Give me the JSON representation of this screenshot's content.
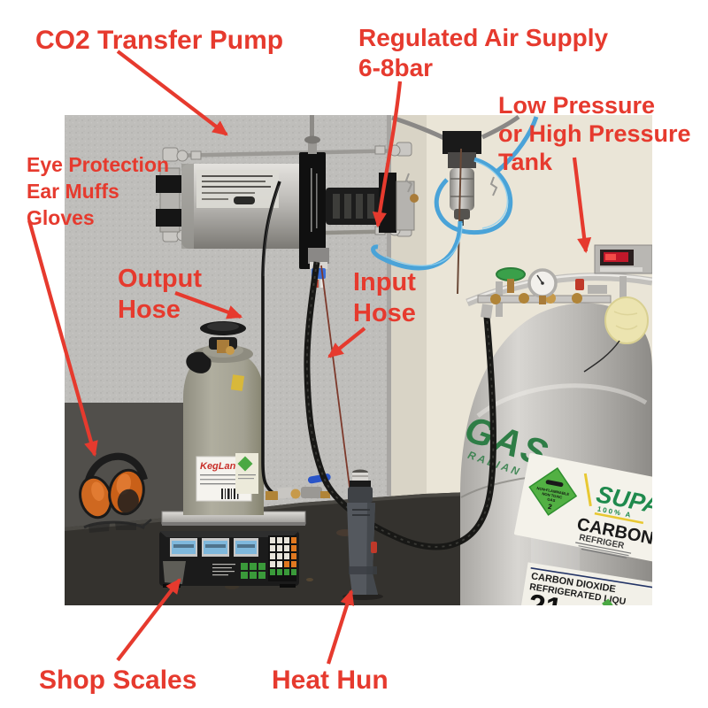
{
  "annotations": {
    "accent_color": "#e63a2e",
    "labels": {
      "pump": "CO2 Transfer Pump",
      "air_supply": "Regulated Air Supply\n6-8bar",
      "tank": "Low Pressure\nor High Pressure\nTank",
      "ppe": "Eye Protection\nEar Muffs\nGloves",
      "output_hose": "Output\nHose",
      "input_hose": "Input\nHose",
      "scales": "Shop Scales",
      "heat_gun": "Heat Hun"
    }
  },
  "photo": {
    "keg": {
      "brand": "KegLand"
    },
    "tank": {
      "side_brand": "GAS",
      "side_brand_sub": "RALIAN",
      "label_upper": {
        "brand": "SUPA",
        "brand_sub": "100% A",
        "title": "CARBON",
        "subtitle": "REFRIGER",
        "diamond": {
          "line1": "NON-FLAMMABLE",
          "line2": "NON TOXIC",
          "line3": "GAS",
          "class_number": "2"
        }
      },
      "label_lower": {
        "line1": "CARBON DIOXIDE",
        "line2": "REFRIGERATED LIQU",
        "number": "21"
      }
    },
    "colors": {
      "air_tube": "#4aa3d8",
      "earmuff": "#cf6820",
      "tank_label_green": "#1f8a4d"
    }
  }
}
